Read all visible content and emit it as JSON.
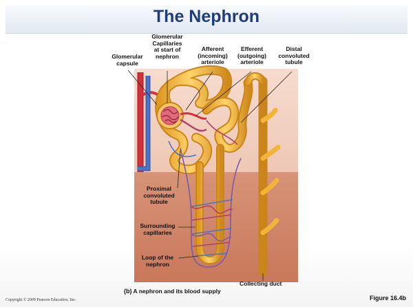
{
  "slide": {
    "title": "The Nephron",
    "caption_letter": "(b)",
    "caption_text": "A nephron and its blood supply",
    "copyright": "Copyright © 2009 Pearson Education, Inc.",
    "figure_label": "Figure 16.4b"
  },
  "labels": {
    "glomerular_capsule": "Glomerular\ncapsule",
    "glomerular_capillaries": "Glomerular\nCapillaries\nat start of\nnephron",
    "afferent": "Afferent\n(incoming)\narteriole",
    "efferent": "Efferent\n(outgoing)\narteriole",
    "distal": "Distal\nconvoluted\ntubule",
    "proximal": "Proximal\nconvoluted\ntubule",
    "surrounding": "Surrounding\ncapillaries",
    "loop": "Loop of the\nnephron",
    "collecting": "Collecting duct"
  },
  "colors": {
    "title": "#1f3d7a",
    "tubule": "#f2b53a",
    "tubule_edge": "#c9841a",
    "artery": "#d2303a",
    "vein": "#4a73c8",
    "capillary": "#b0406a",
    "cortex": "#f3d2c4",
    "medulla": "#cf876c"
  }
}
